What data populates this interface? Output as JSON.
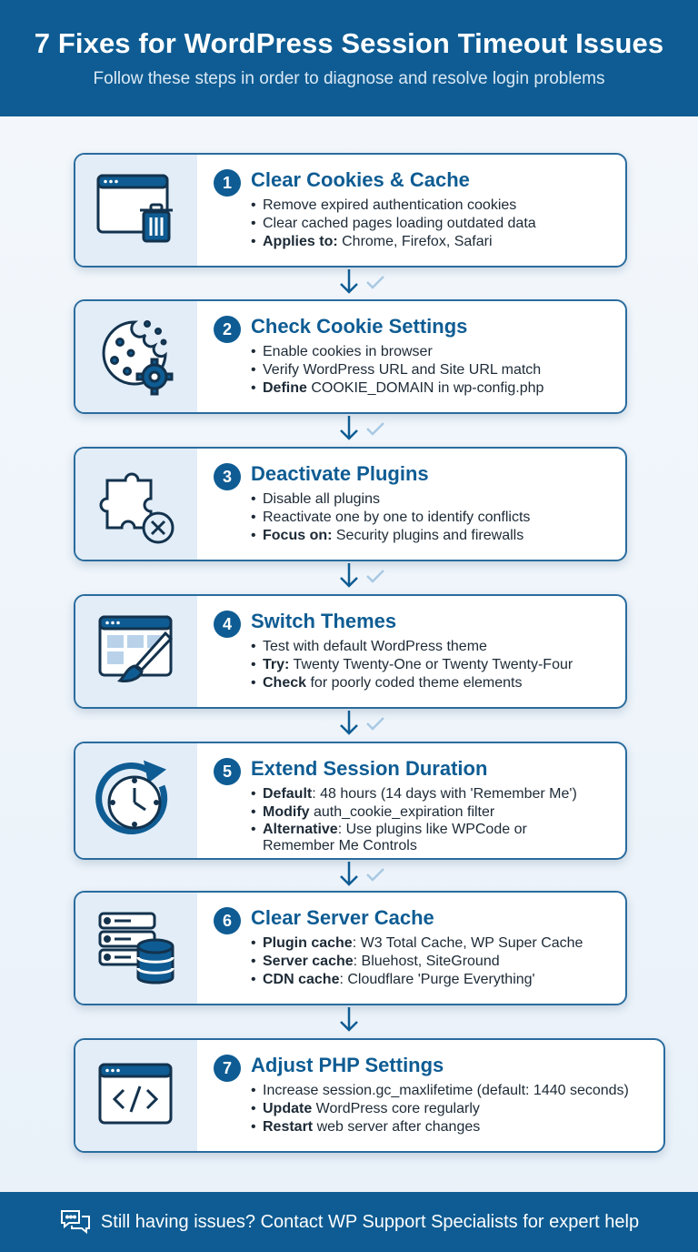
{
  "header": {
    "title": "7 Fixes for WordPress Session Timeout Issues",
    "subtitle": "Follow these steps in order to diagnose and resolve login problems"
  },
  "steps": [
    {
      "number": "1",
      "title": "Clear Cookies & Cache",
      "icon": "browser-trash-icon",
      "items": [
        {
          "bold": "",
          "text": "Remove expired authentication cookies"
        },
        {
          "bold": "",
          "text": "Clear cached pages loading outdated data"
        },
        {
          "bold": "Applies to:",
          "text": " Chrome, Firefox, Safari"
        }
      ]
    },
    {
      "number": "2",
      "title": "Check Cookie Settings",
      "icon": "cookie-gear-icon",
      "items": [
        {
          "bold": "",
          "text": "Enable cookies in browser"
        },
        {
          "bold": "",
          "text": "Verify WordPress URL and Site URL match"
        },
        {
          "bold": "Define",
          "text": " COOKIE_DOMAIN in wp-config.php"
        }
      ]
    },
    {
      "number": "3",
      "title": "Deactivate Plugins",
      "icon": "puzzle-x-icon",
      "items": [
        {
          "bold": "",
          "text": "Disable all plugins"
        },
        {
          "bold": "",
          "text": "Reactivate one by one to identify conflicts"
        },
        {
          "bold": "Focus on:",
          "text": " Security plugins and firewalls"
        }
      ]
    },
    {
      "number": "4",
      "title": "Switch Themes",
      "icon": "theme-brush-icon",
      "items": [
        {
          "bold": "",
          "text": "Test with default WordPress theme"
        },
        {
          "bold": "Try:",
          "text": " Twenty Twenty-One or Twenty Twenty-Four"
        },
        {
          "bold": "Check",
          "text": " for poorly coded theme elements"
        }
      ]
    },
    {
      "number": "5",
      "title": "Extend Session Duration",
      "icon": "clock-refresh-icon",
      "items": [
        {
          "bold": "Default",
          "text": ": 48 hours (14 days with 'Remember Me')"
        },
        {
          "bold": "Modify",
          "text": " auth_cookie_expiration filter"
        },
        {
          "bold": "Alternative",
          "text": ": Use plugins like WPCode or Remember Me Controls"
        }
      ]
    },
    {
      "number": "6",
      "title": "Clear Server Cache",
      "icon": "server-database-icon",
      "items": [
        {
          "bold": "Plugin cache",
          "text": ": W3 Total Cache, WP Super Cache"
        },
        {
          "bold": "Server cache",
          "text": ": Bluehost, SiteGround"
        },
        {
          "bold": "CDN cache",
          "text": ": Cloudflare 'Purge Everything'"
        }
      ]
    },
    {
      "number": "7",
      "title": "Adjust PHP Settings",
      "icon": "code-window-icon",
      "items": [
        {
          "bold": "",
          "text": "Increase session.gc_maxlifetime (default: 1440 seconds)"
        },
        {
          "bold": "Update",
          "text": " WordPress core regularly"
        },
        {
          "bold": "Restart",
          "text": " web server after changes"
        }
      ]
    }
  ],
  "footer": {
    "text": "Still having issues? Contact WP Support Specialists for expert help",
    "icon": "chat-bubbles-icon"
  },
  "colors": {
    "primary": "#0e5c93",
    "icon_panel": "#e2edf8",
    "arrow_check": "#a9c9e3"
  }
}
